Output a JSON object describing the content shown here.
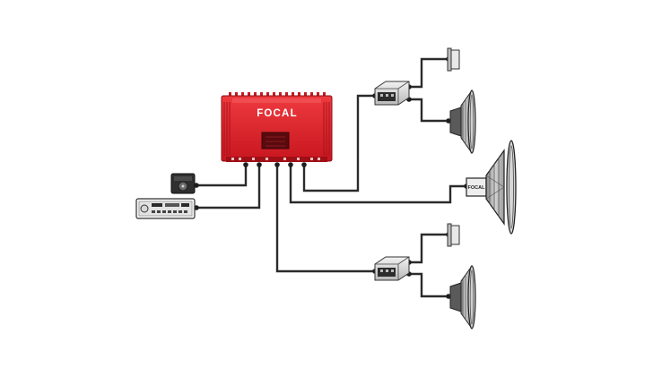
{
  "amplifier": {
    "brand": "FOCAL",
    "color": "#e0202a",
    "shade": "#b5121c"
  },
  "woofer": {
    "label": "FOCAL"
  },
  "components": [
    "remote-bass-level",
    "head-unit",
    "amplifier",
    "crossover-front",
    "tweeter-front",
    "midbass-front",
    "subwoofer",
    "crossover-rear",
    "tweeter-rear",
    "midbass-rear"
  ]
}
